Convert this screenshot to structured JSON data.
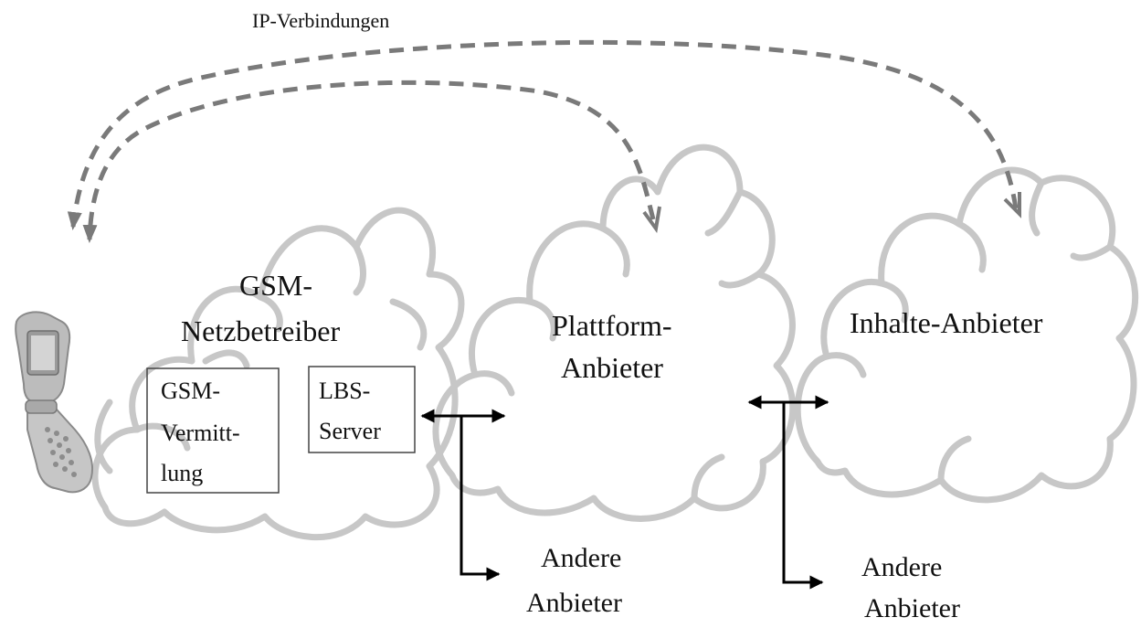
{
  "ip_connections_label": "IP-Verbindungen",
  "gsm_operator": {
    "line1": "GSM-",
    "line2": "Netzbetreiber",
    "switching_box": {
      "line1": "GSM-",
      "line2": "Vermitt-",
      "line3": "lung"
    },
    "lbs_box": {
      "line1": "LBS-",
      "line2": "Server"
    }
  },
  "platform_provider": {
    "line1": "Plattform-",
    "line2": "Anbieter"
  },
  "content_provider": {
    "label": "Inhalte-Anbieter"
  },
  "other_providers_1": {
    "line1": "Andere",
    "line2": "Anbieter"
  },
  "other_providers_2": {
    "line1": "Andere",
    "line2": "Anbieter"
  },
  "colors": {
    "cloud_stroke": "#c7c7c7",
    "dashed_arrow": "#7a7a7a",
    "arrow": "#000000",
    "phone_body": "#b9b9b9"
  },
  "icons": [
    "mobile-phone-icon"
  ]
}
